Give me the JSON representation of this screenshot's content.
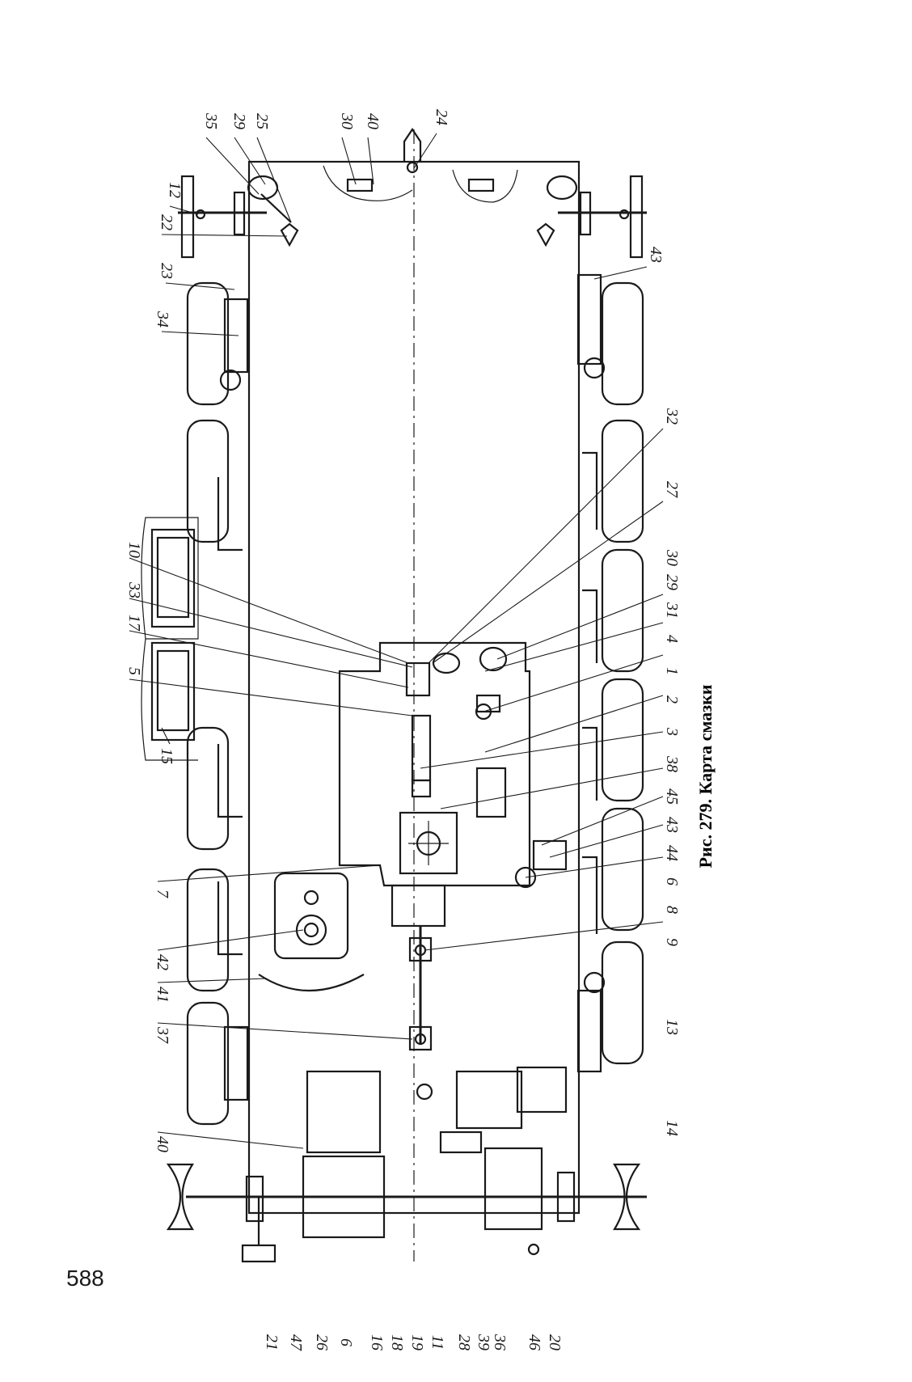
{
  "page_number": "588",
  "caption": "Рис. 279. Карта смазки",
  "callouts": {
    "top": [
      "35",
      "29",
      "25",
      "30",
      "40",
      "24",
      "12",
      "22",
      "23",
      "34",
      "10",
      "33",
      "17",
      "5",
      "15",
      "7",
      "42",
      "41",
      "37",
      "40"
    ],
    "bottom": [
      "43",
      "32",
      "27",
      "30",
      "29",
      "31",
      "4",
      "1",
      "2",
      "3",
      "38",
      "45",
      "43",
      "44",
      "6",
      "8",
      "9",
      "13",
      "14"
    ],
    "left": [
      "21",
      "47",
      "26",
      "6",
      "16",
      "18",
      "19",
      "11",
      "28",
      "39",
      "36",
      "46",
      "20"
    ]
  }
}
